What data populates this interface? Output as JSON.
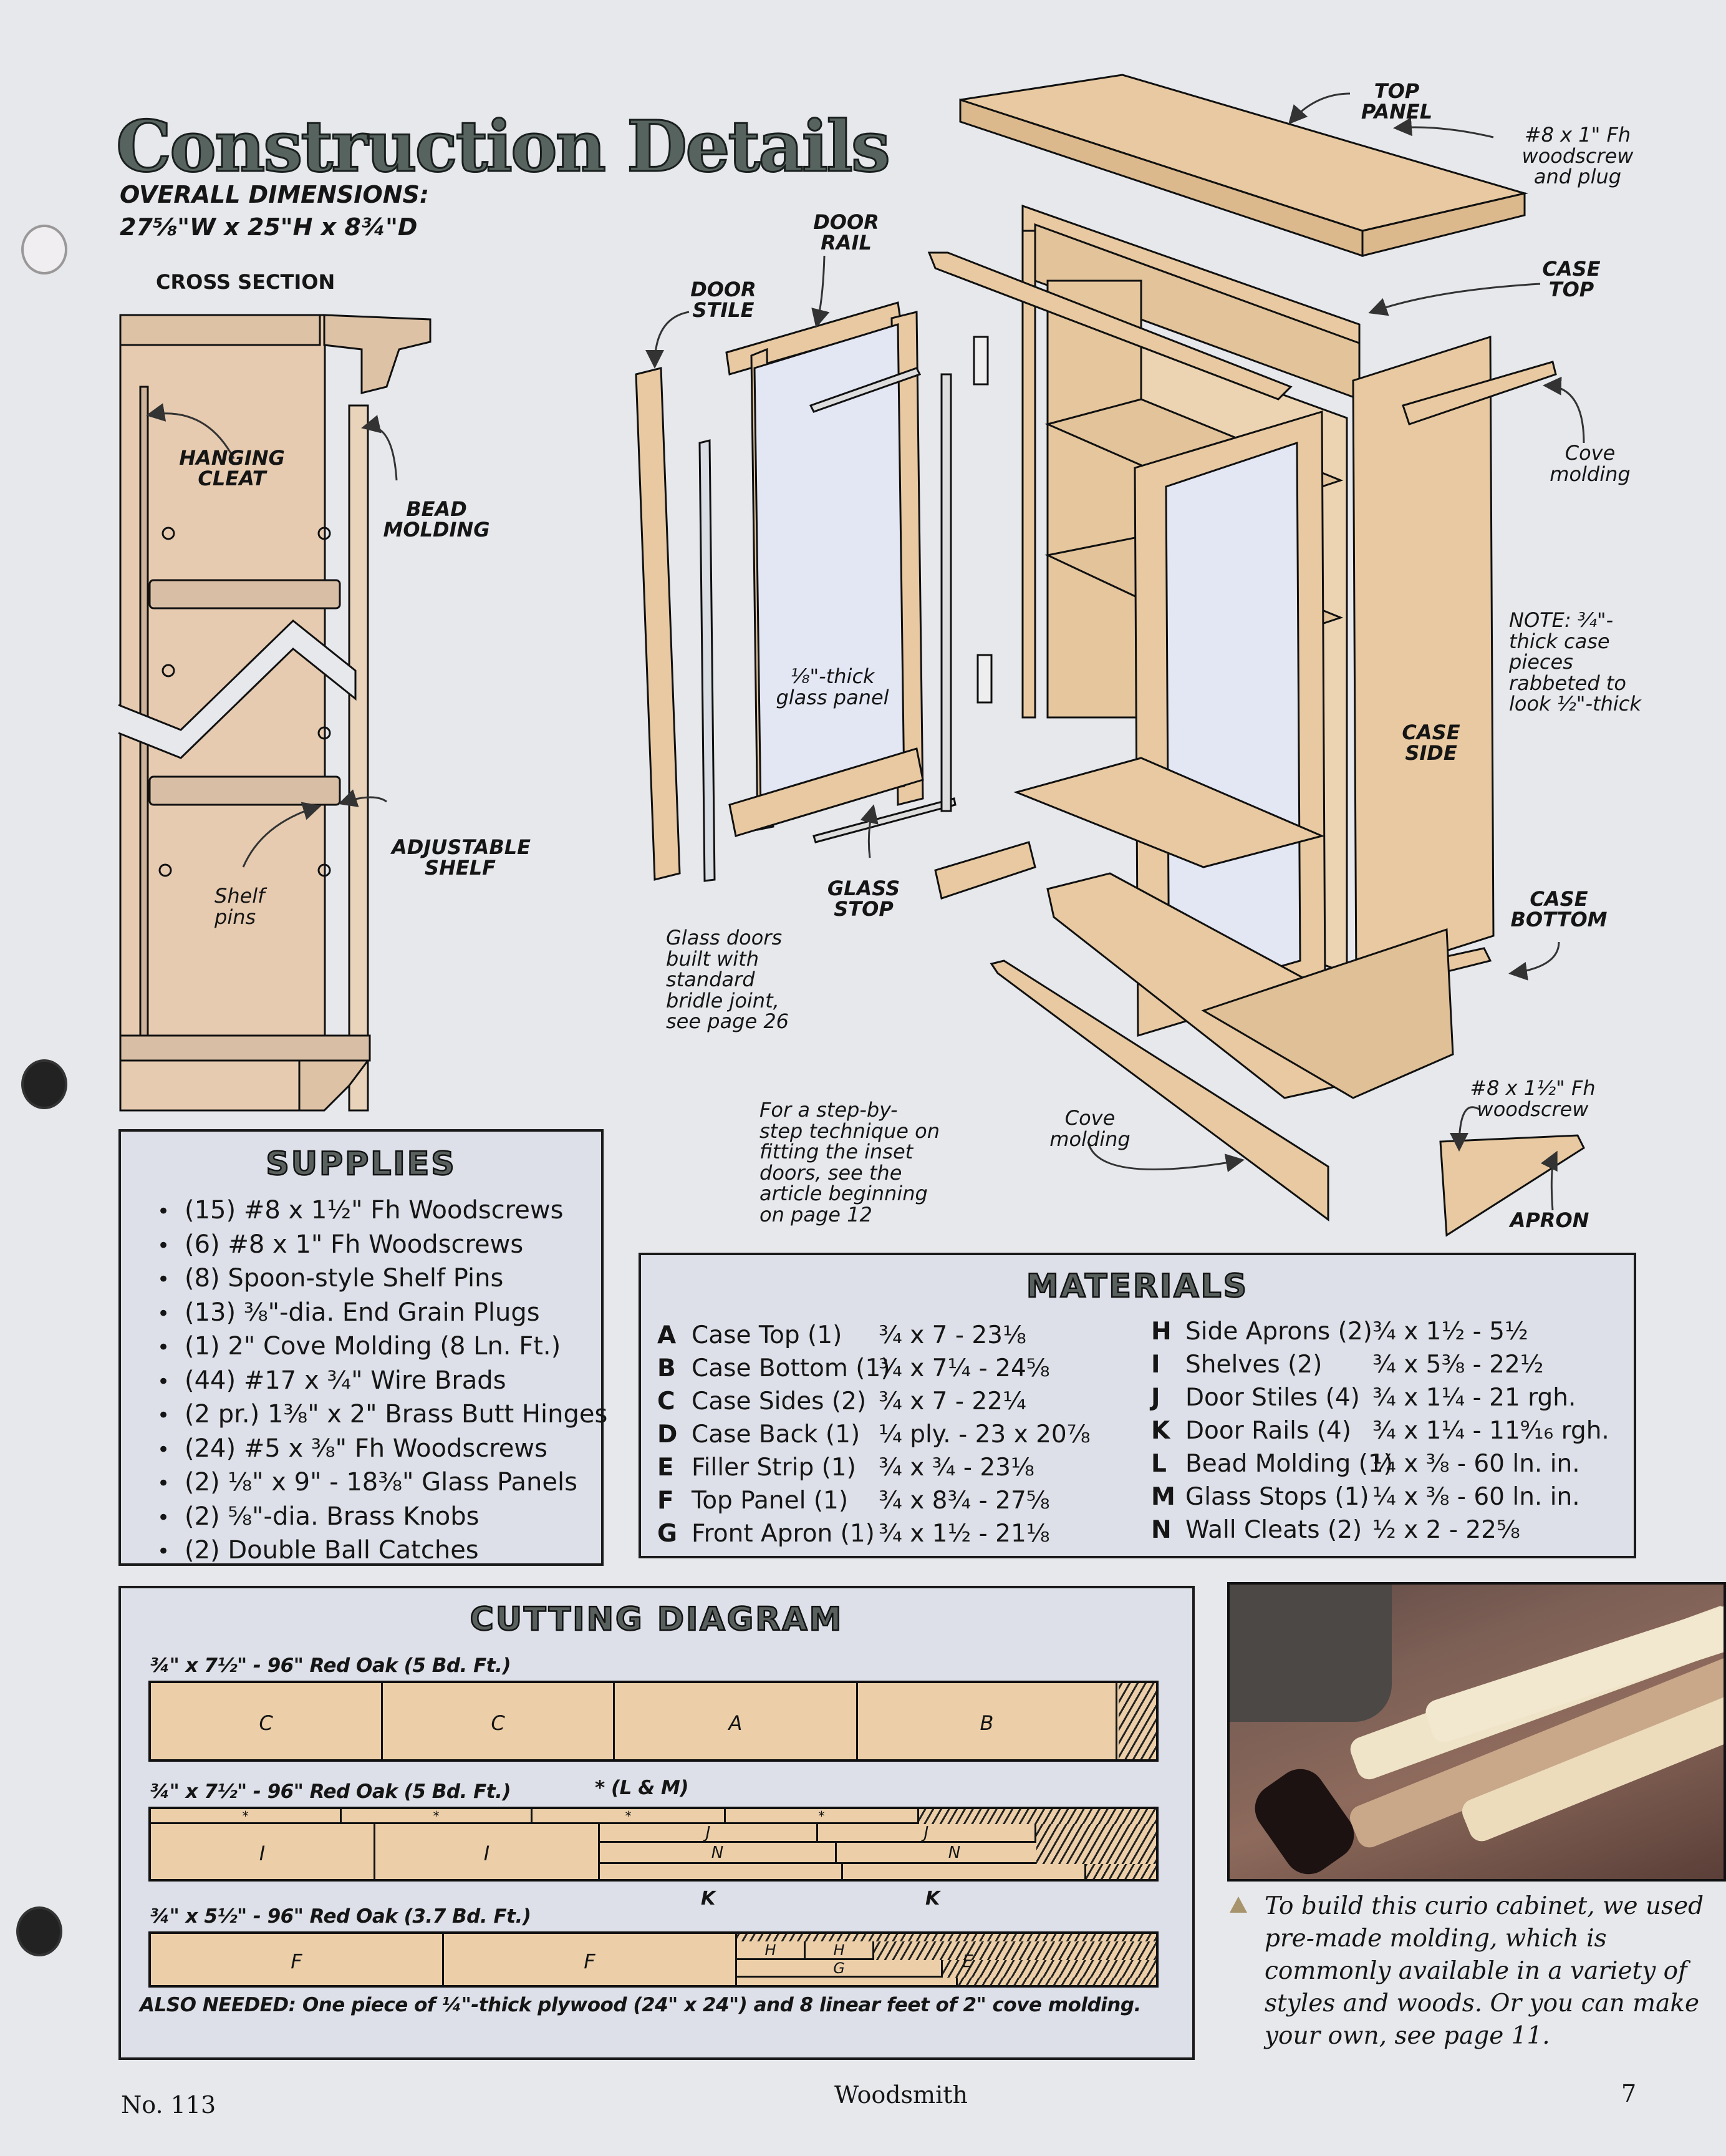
{
  "header": {
    "title": "Construction Details",
    "overall_dimensions_label": "OVERALL DIMENSIONS:",
    "overall_dimensions_value": "27⅝\"W x 25\"H x 8¾\"D"
  },
  "cross_section": {
    "title": "CROSS SECTION",
    "labels": {
      "hanging_cleat": "HANGING CLEAT",
      "bead_molding": "BEAD MOLDING",
      "adjustable_shelf": "ADJUSTABLE SHELF",
      "shelf_pins": "Shelf pins"
    }
  },
  "exploded_view": {
    "labels": {
      "door_stile": "DOOR STILE",
      "door_rail": "DOOR RAIL",
      "top_panel": "TOP PANEL",
      "woodscrew_plug": "#8 x 1\" Fh woodscrew and plug",
      "case_top": "CASE TOP",
      "cove_molding_top": "Cove molding",
      "glass_panel": "⅛\"-thick glass panel",
      "note": "NOTE: ¾\"-thick case pieces rabbeted to look ½\"-thick",
      "case_side": "CASE SIDE",
      "glass_stop": "GLASS STOP",
      "case_bottom": "CASE BOTTOM",
      "glass_doors_note": "Glass doors built with standard bridle joint, see page 26",
      "woodscrew_bottom": "#8 x 1½\" Fh woodscrew",
      "step_by_step_note": "For a step-by-step technique on fitting the inset doors, see the article beginning on page 12",
      "cove_molding_bottom": "Cove molding",
      "apron": "APRON"
    }
  },
  "supplies": {
    "title": "SUPPLIES",
    "items": [
      "(15) #8 x 1½\" Fh Woodscrews",
      "(6) #8 x 1\" Fh Woodscrews",
      "(8) Spoon-style Shelf Pins",
      "(13) ⅜\"-dia. End Grain Plugs",
      "(1) 2\" Cove Molding (8 Ln. Ft.)",
      "(44) #17 x ¾\" Wire Brads",
      "(2 pr.) 1⅜\" x 2\" Brass Butt Hinges",
      "(24) #5 x ⅜\" Fh Woodscrews",
      "(2) ⅛\" x 9\" - 18⅜\" Glass Panels",
      "(2) ⅝\"-dia. Brass Knobs",
      "(2) Double Ball Catches"
    ]
  },
  "materials": {
    "title": "MATERIALS",
    "left": [
      {
        "letter": "A",
        "name": "Case Top (1)",
        "size": "¾ x 7 - 23⅛"
      },
      {
        "letter": "B",
        "name": "Case Bottom (1)",
        "size": "¾ x 7¼ - 24⅝"
      },
      {
        "letter": "C",
        "name": "Case Sides (2)",
        "size": "¾ x 7 - 22¼"
      },
      {
        "letter": "D",
        "name": "Case Back (1)",
        "size": "¼ ply. - 23 x 20⅞"
      },
      {
        "letter": "E",
        "name": "Filler Strip (1)",
        "size": "¾ x ¾ - 23⅛"
      },
      {
        "letter": "F",
        "name": "Top Panel (1)",
        "size": "¾ x 8¾ - 27⅝"
      },
      {
        "letter": "G",
        "name": "Front Apron (1)",
        "size": "¾ x 1½ - 21⅛"
      }
    ],
    "right": [
      {
        "letter": "H",
        "name": "Side Aprons (2)",
        "size": "¾ x 1½ - 5½"
      },
      {
        "letter": "I",
        "name": "Shelves (2)",
        "size": "¾ x 5⅜ - 22½"
      },
      {
        "letter": "J",
        "name": "Door Stiles (4)",
        "size": "¾ x 1¼ - 21 rgh."
      },
      {
        "letter": "K",
        "name": "Door Rails (4)",
        "size": "¾ x 1¼ - 11⁹⁄₁₆ rgh."
      },
      {
        "letter": "L",
        "name": "Bead Molding (1)",
        "size": "¼ x ⅜ - 60 ln. in."
      },
      {
        "letter": "M",
        "name": "Glass Stops (1)",
        "size": "¼ x ⅜ - 60 ln. in."
      },
      {
        "letter": "N",
        "name": "Wall Cleats (2)",
        "size": "½ x 2 - 22⅝"
      }
    ]
  },
  "cutting_diagram": {
    "title": "CUTTING DIAGRAM",
    "boards": [
      {
        "label": "¾\" x 7½\" - 96\" Red Oak (5 Bd. Ft.)",
        "pieces": [
          "C",
          "C",
          "A",
          "B"
        ]
      },
      {
        "label": "¾\" x 7½\" - 96\" Red Oak (5 Bd. Ft.)",
        "note": "* (L & M)",
        "pieces": [
          "*",
          "*",
          "*",
          "*",
          "I",
          "I",
          "J",
          "J",
          "N",
          "N",
          "K",
          "K"
        ]
      },
      {
        "label": "¾\" x 5½\" - 96\" Red Oak (3.7 Bd. Ft.)",
        "pieces": [
          "F",
          "F",
          "H",
          "H",
          "G",
          "E"
        ]
      }
    ],
    "also_needed": "ALSO NEEDED: One piece of ¼\"-thick plywood (24\" x 24\") and 8 linear feet of 2\" cove molding."
  },
  "photo": {
    "caption": "To build this curio cabinet, we used pre-made molding, which is commonly available in a variety of styles and woods. Or you can make your own, see page 11."
  },
  "footer": {
    "issue": "No. 113",
    "publication": "Woodsmith",
    "page_number": "7"
  },
  "colors": {
    "paper": "#e6e8ec",
    "wood": "#e8c9a1",
    "title_fill": "#56635f",
    "box_bg": "#dde0e8"
  }
}
